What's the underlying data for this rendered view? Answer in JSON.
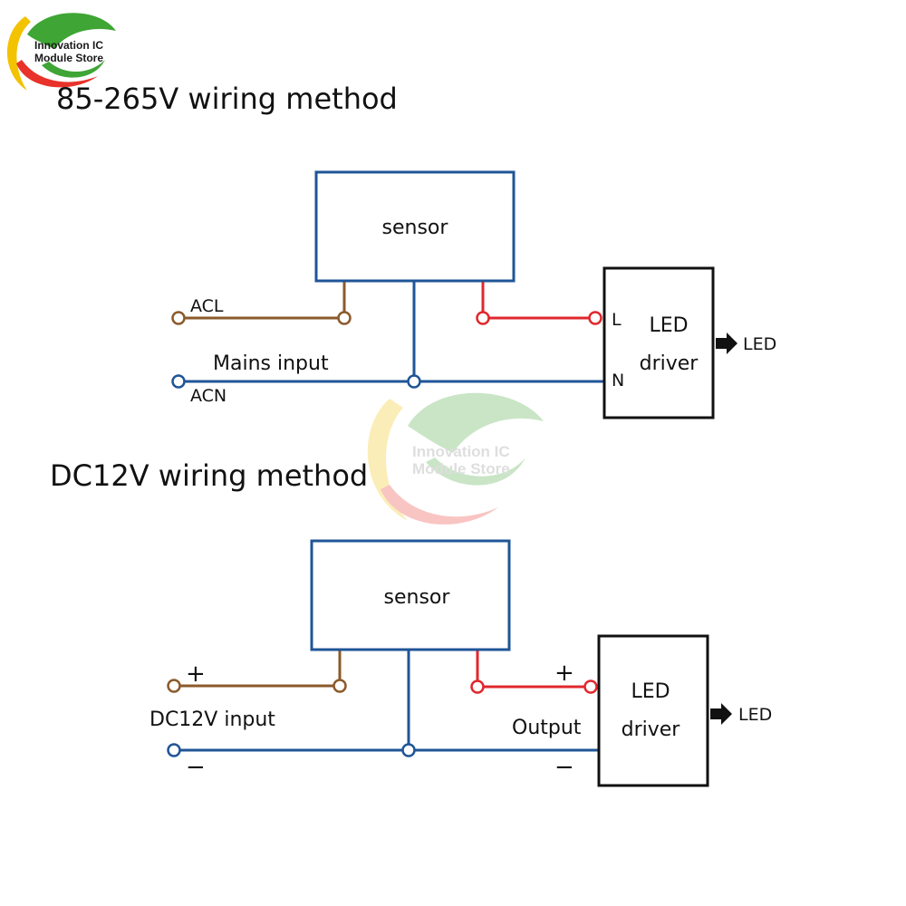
{
  "logo": {
    "line1": "Innovation IC",
    "line2": "Module Store"
  },
  "watermark": {
    "line1": "Innovation IC",
    "line2": "Module Store"
  },
  "ac_section": {
    "title": "85-265V wiring method",
    "sensor_label": "sensor",
    "acl_label": "ACL",
    "mains_label": "Mains input",
    "acn_label": "ACN",
    "driver_line1": "LED",
    "driver_line2": "driver",
    "l_label": "L",
    "n_label": "N",
    "output_label": "LED"
  },
  "dc_section": {
    "title": "DC12V wiring method",
    "sensor_label": "sensor",
    "plus_in_label": "+",
    "input_label": "DC12V input",
    "minus_in_label": "−",
    "plus_out_label": "+",
    "output_text": "Output",
    "minus_out_label": "−",
    "driver_line1": "LED",
    "driver_line2": "driver",
    "output_label": "LED"
  },
  "colors": {
    "box_stroke": "#1f5597",
    "neutral_wire": "#1f5597",
    "live_wire": "#8b5a2b",
    "output_wire": "#e0282d",
    "driver_stroke": "#111111",
    "logo_green": "#3fa535",
    "logo_yellow": "#f3c200",
    "logo_red": "#e8322a"
  }
}
